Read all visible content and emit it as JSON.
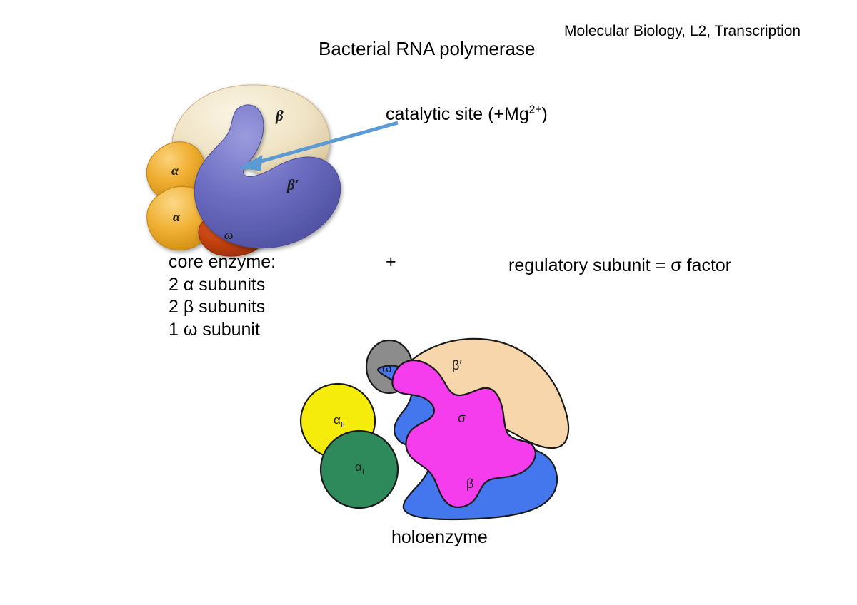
{
  "header": {
    "course_line": "Molecular Biology, L2, Transcription"
  },
  "title": "Bacterial RNA polymerase",
  "annotations": {
    "catalytic_site_prefix": "catalytic site (+Mg",
    "catalytic_site_sup": "2+",
    "catalytic_site_suffix": ")",
    "catalytic_site_full": "catalytic site (+Mg2+)",
    "arrow_color": "#5B9BD5"
  },
  "core_enzyme": {
    "heading": "core enzyme:",
    "lines": [
      "2 α subunits",
      "2 β subunits",
      "1 ω subunit"
    ],
    "subunits": [
      {
        "label": "α",
        "color": "#E9A62A"
      },
      {
        "label": "α",
        "color": "#E9A62A"
      },
      {
        "label": "β",
        "color": "#EFE2C2"
      },
      {
        "label": "β′",
        "color": "#6B6CBE"
      },
      {
        "label": "ω",
        "color": "#BF3B10"
      }
    ]
  },
  "plus": "+",
  "regulatory": {
    "text": "regulatory subunit = σ factor"
  },
  "holoenzyme": {
    "caption": "holoenzyme",
    "subunits": [
      {
        "label": "α",
        "sub": "II",
        "color": "#F5EC0C"
      },
      {
        "label": "α",
        "sub": "I",
        "color": "#2E8A5A"
      },
      {
        "label": "ω",
        "sub": "",
        "color": "#8C8C8C"
      },
      {
        "label": "β",
        "sub": "",
        "color": "#4477EE"
      },
      {
        "label": "β′",
        "sub": "",
        "color": "#F6D6AA"
      },
      {
        "label": "σ",
        "sub": "",
        "color": "#F53DEE"
      }
    ]
  },
  "palette": {
    "background": "#FFFFFF",
    "text": "#000000",
    "outline": "#1A1A1A"
  }
}
